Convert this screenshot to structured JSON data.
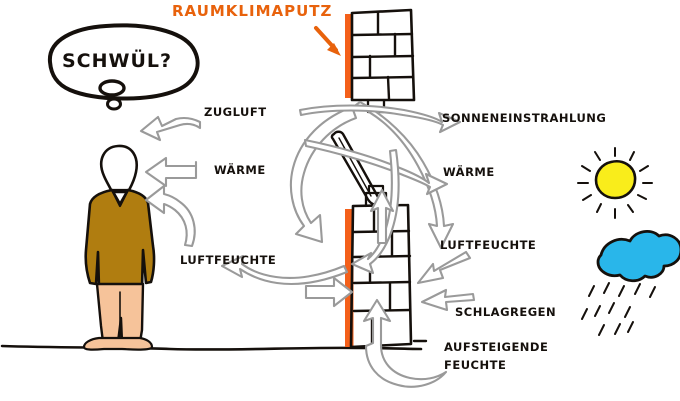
{
  "illustration": {
    "title": "RAUMKLIMAPUTZ",
    "thought_bubble": "SCHWÜL?",
    "labels": {
      "zugluft": "ZUGLUFT",
      "waerme_left": "WÄRME",
      "luftfeuchte_left": "LUFTFEUCHTE",
      "sonneneinstrahlung": "SONNENEINSTRAHLUNG",
      "waerme_right": "WÄRME",
      "luftfeuchte_right": "LUFTFEUCHTE",
      "schlagregen": "SCHLAGREGEN",
      "aufsteigende_feuchte_line1": "AUFSTEIGENDE",
      "aufsteigende_feuchte_line2": "FEUCHTE"
    },
    "colors": {
      "title_orange": "#e8620c",
      "plaster_orange": "#f4601a",
      "sweater": "#b07d10",
      "skin": "#f6c39a",
      "sun": "#f9ed1b",
      "cloud": "#29b6ea",
      "ink": "#15100c",
      "arrow": "#9a9a9a"
    },
    "icons": {
      "sun": "sun-icon",
      "cloud": "rain-cloud-icon",
      "person": "person-icon",
      "trowel": "trowel-icon",
      "wall_top": "wall-section-top-icon",
      "wall_bottom": "wall-section-bottom-icon",
      "title_arrow": "title-pointer-arrow-icon"
    }
  }
}
